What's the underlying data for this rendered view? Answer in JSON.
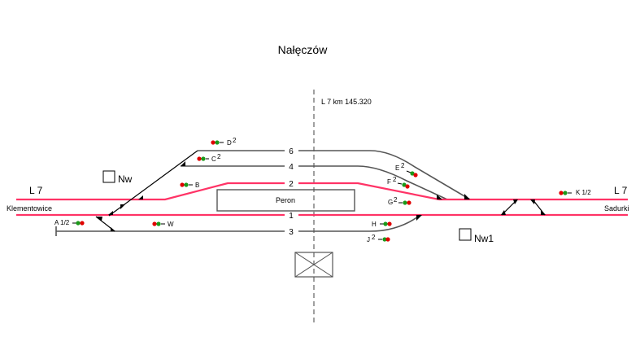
{
  "title": "Nałęczów",
  "km_marker": "L 7 km  145.320",
  "platform": "Peron",
  "line_left": {
    "line": "L 7",
    "station": "Klementowice"
  },
  "line_right": {
    "line": "L 7",
    "station": "Sadurki"
  },
  "posts": {
    "left": "Nw",
    "right": "Nw1"
  },
  "tracks": {
    "t6": "6",
    "t4": "4",
    "t2": "2",
    "t1": "1",
    "t3": "3"
  },
  "signals": {
    "D": {
      "name": "D",
      "sup": "2"
    },
    "C": {
      "name": "C",
      "sup": "2"
    },
    "B": {
      "name": "B"
    },
    "A": {
      "name": "A 1/2"
    },
    "W": {
      "name": "W"
    },
    "E": {
      "name": "E",
      "sup": "2"
    },
    "F": {
      "name": "F",
      "sup": "2"
    },
    "G": {
      "name": "G",
      "sup": "2"
    },
    "H": {
      "name": "H"
    },
    "J": {
      "name": "J",
      "sup": "2"
    },
    "K": {
      "name": "K 1/2"
    }
  },
  "colors": {
    "main_track": "#ff3366",
    "signal_red": "#e00000",
    "signal_green": "#1a9a1a"
  }
}
